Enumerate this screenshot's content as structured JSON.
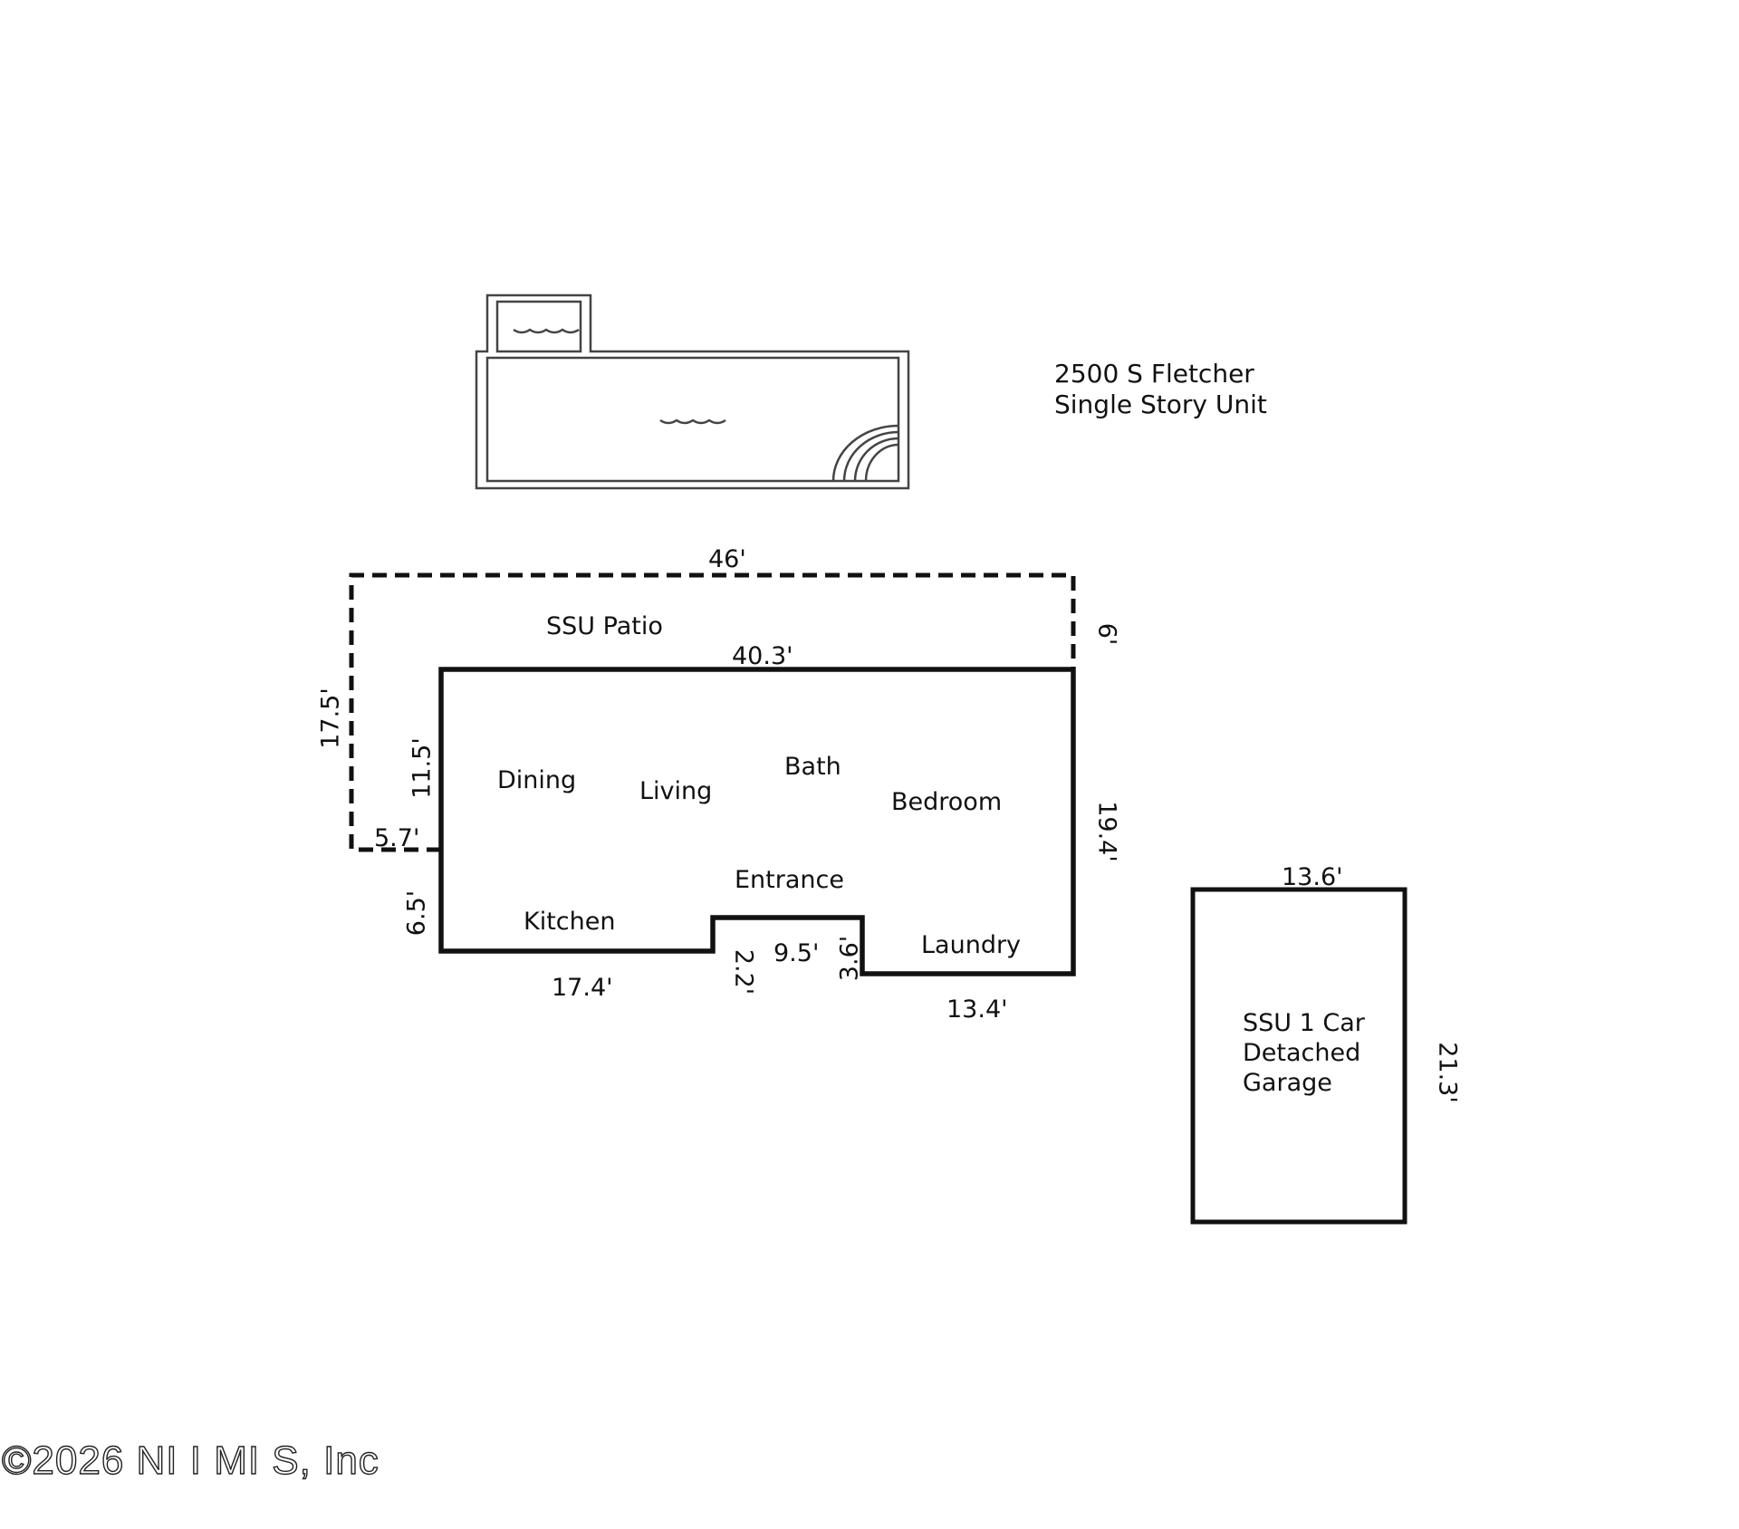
{
  "header": {
    "address": "2500 S Fletcher",
    "subtitle": "Single Story Unit"
  },
  "pool": {
    "icon": "pool-with-spa",
    "water_icon": "water-waves",
    "steps_icon": "pool-steps-arcs"
  },
  "patio": {
    "label": "SSU Patio",
    "dimensions": {
      "top": "46'",
      "right": "6'",
      "left": "17.5'",
      "bottom": "5.7'"
    }
  },
  "main_unit": {
    "dimensions": {
      "top": "40.3'",
      "left_upper": "11.5'",
      "left_lower": "6.5'",
      "bottom_left": "17.4'",
      "step_down": "2.2'",
      "step_width": "9.5'",
      "step_up": "3.6'",
      "bottom_right": "13.4'",
      "right": "19.4'"
    },
    "rooms": [
      {
        "name": "Dining"
      },
      {
        "name": "Living"
      },
      {
        "name": "Bath"
      },
      {
        "name": "Bedroom"
      },
      {
        "name": "Entrance"
      },
      {
        "name": "Kitchen"
      },
      {
        "name": "Laundry"
      }
    ]
  },
  "garage": {
    "label_lines": [
      "SSU 1 Car",
      "Detached",
      "Garage"
    ],
    "dimensions": {
      "top": "13.6'",
      "right": "21.3'"
    }
  },
  "watermark": {
    "text": "©2026 NI I MI S, Inc"
  },
  "colors": {
    "line": "#111111",
    "pool_line": "#444444",
    "background": "#ffffff"
  }
}
